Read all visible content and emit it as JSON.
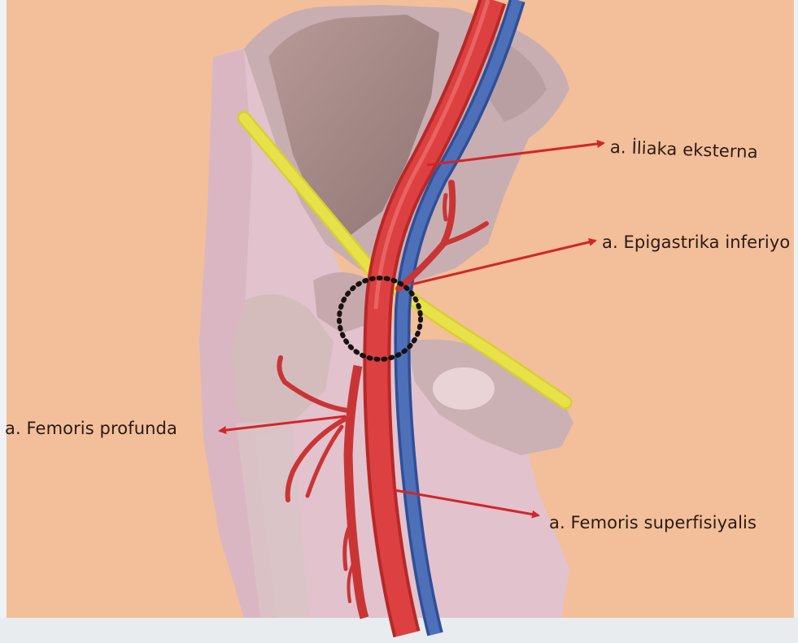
{
  "colors": {
    "background": "#f2bf9a",
    "bone": "#cdb0b2",
    "soft_tissue": "#e2c2cc",
    "artery": "#d93a3a",
    "vein": "#3e5fa8",
    "ligament": "#e2dc3a",
    "pointer": "#d2252a",
    "marker": "#1a1210"
  },
  "labels": {
    "iliaca_externa": "a. İliaka eksterna",
    "epigastrica_inferior": "a. Epigastrika inferiyo",
    "femoris_profunda": "a. Femoris profunda",
    "femoris_superficialis": "a. Femoris superfisiyalis"
  },
  "icons": {
    "marker": "dotted-circle-icon"
  }
}
